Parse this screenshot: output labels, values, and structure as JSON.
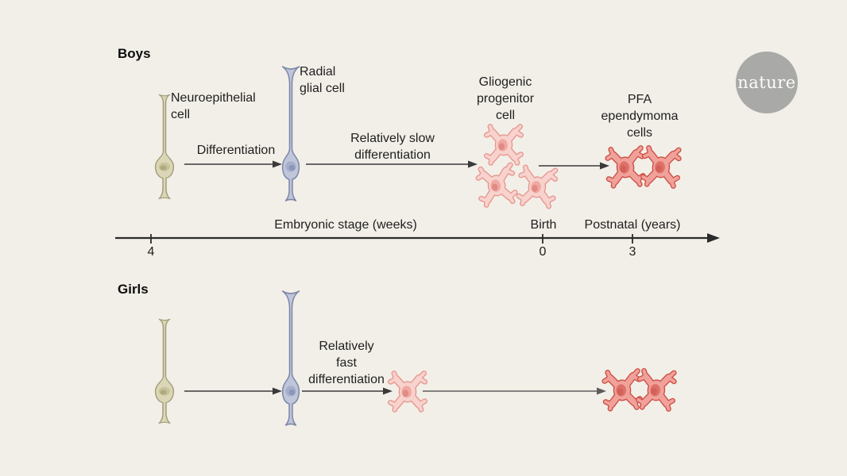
{
  "background": "#f2efe8",
  "logo": {
    "text": "nature",
    "circle_color": "#a9a9a7",
    "text_color": "#fdfcfa"
  },
  "boys": {
    "title": "Boys",
    "neuroepithelial_label": "Neuroepithelial\ncell",
    "radial_glial_label": "Radial\nglial cell",
    "gliogenic_label": "Gliogenic\nprogenitor\ncell",
    "pfa_label": "PFA\nependymoma\ncells",
    "differentiation_label": "Differentiation",
    "slow_label": "Relatively slow\ndifferentiation"
  },
  "girls": {
    "title": "Girls",
    "fast_label": "Relatively\nfast\ndifferentiation"
  },
  "timeline": {
    "embryonic_label": "Embryonic stage (weeks)",
    "birth_label": "Birth",
    "postnatal_label": "Postnatal (years)",
    "tick_4": "4",
    "tick_0": "0",
    "tick_3": "3"
  },
  "colors": {
    "neuroepithelial_fill": "#dbd6b6",
    "neuroepithelial_stroke": "#a49f7b",
    "radial_glial_fill": "#bfc6da",
    "radial_glial_stroke": "#7e88a9",
    "progenitor_fill": "#f8d2cd",
    "progenitor_stroke": "#e6968e",
    "ependymoma_fill": "#f0a19a",
    "ependymoma_stroke": "#cc4f44",
    "arrow_dark": "#3a3a3a",
    "arrow_gray": "#5c5c5c",
    "axis": "#2b2b2b"
  }
}
